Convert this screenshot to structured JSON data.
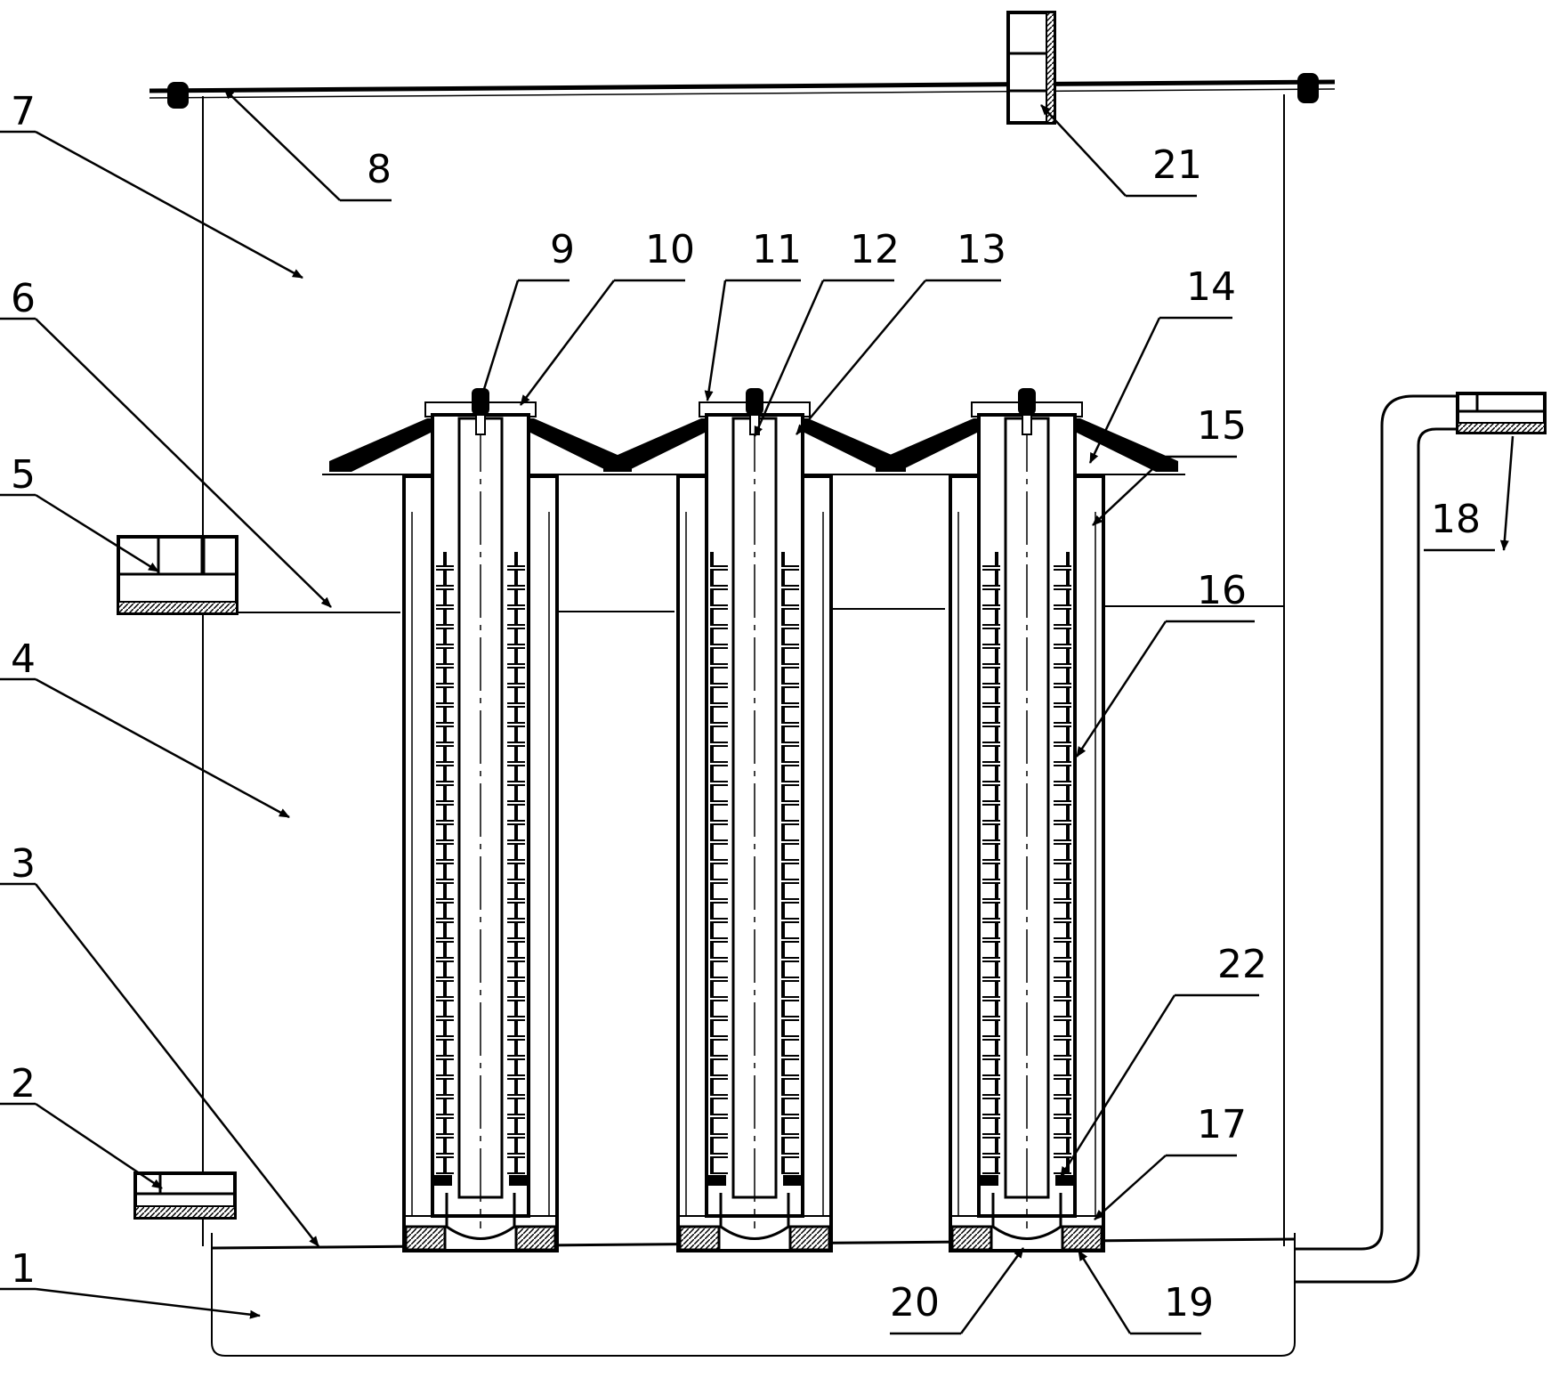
{
  "diagram": {
    "callouts": [
      "1",
      "2",
      "3",
      "4",
      "5",
      "6",
      "7",
      "8",
      "9",
      "10",
      "11",
      "12",
      "13",
      "14",
      "15",
      "16",
      "17",
      "18",
      "19",
      "20",
      "21",
      "22"
    ]
  },
  "colors": {
    "line": "#000000",
    "background": "#ffffff"
  }
}
